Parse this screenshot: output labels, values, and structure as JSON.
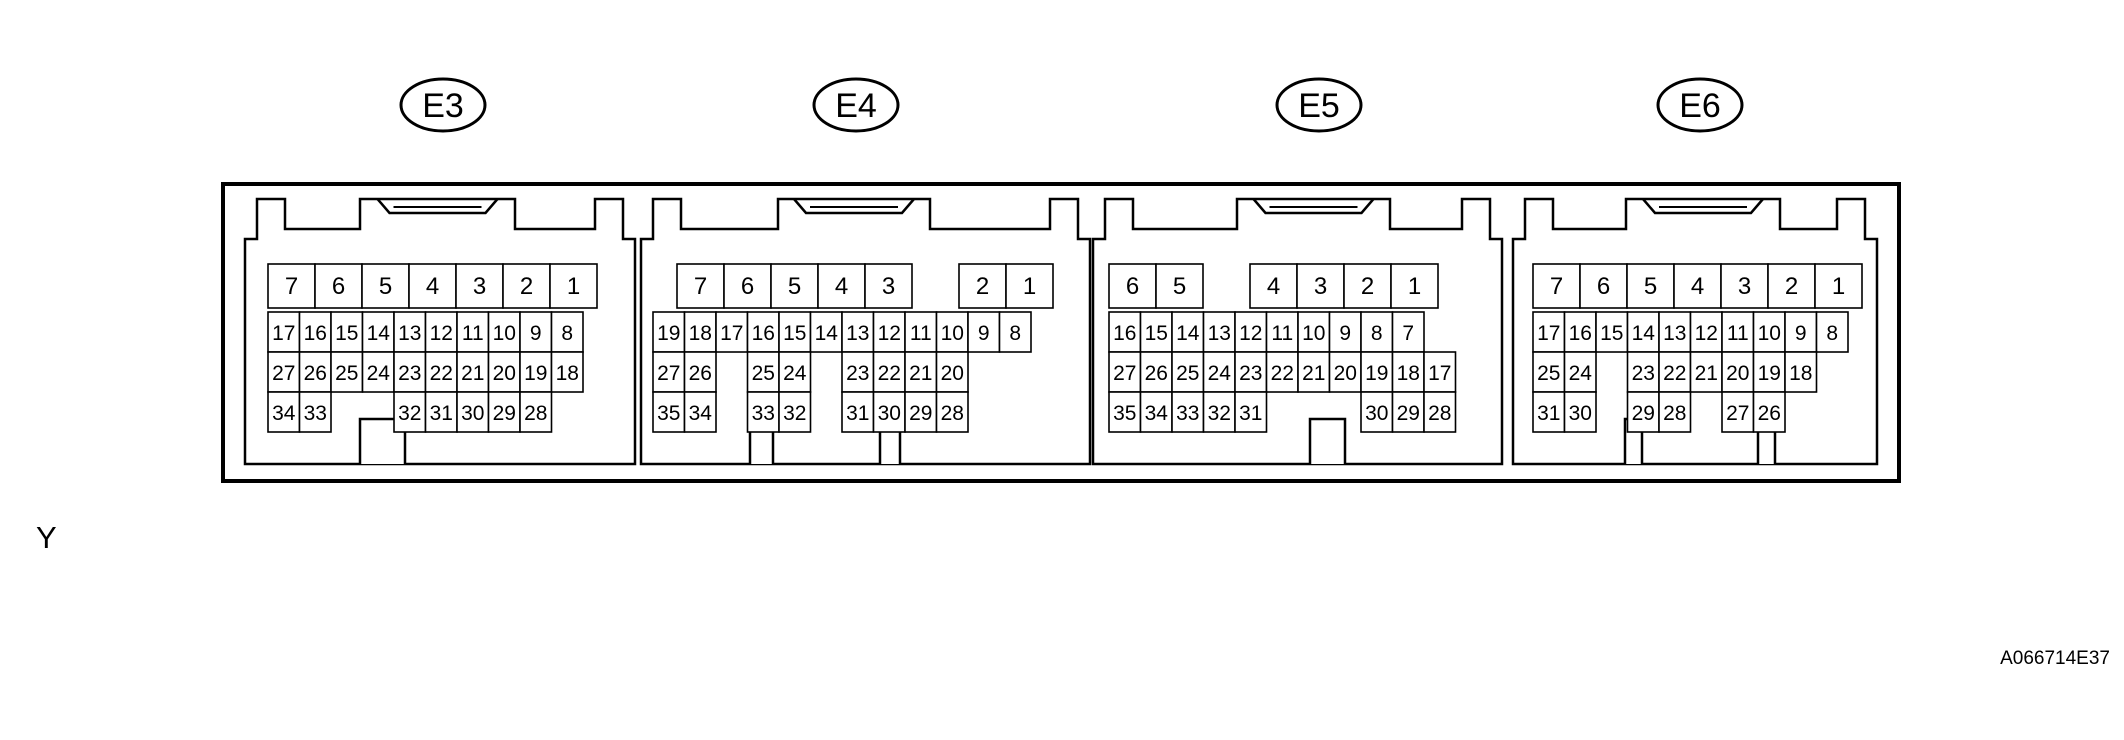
{
  "side_label": "Y",
  "figure_code": "A066714E37",
  "connectors": [
    {
      "label": "E3",
      "rows": [
        [
          "7",
          "6",
          "5",
          "4",
          "3",
          "2",
          "1"
        ],
        [
          "17",
          "16",
          "15",
          "14",
          "13",
          "12",
          "11",
          "10",
          "9",
          "8"
        ],
        [
          "27",
          "26",
          "25",
          "24",
          "23",
          "22",
          "21",
          "20",
          "19",
          "18"
        ],
        [
          "34",
          "33",
          "32",
          "31",
          "30",
          "29",
          "28"
        ]
      ]
    },
    {
      "label": "E4",
      "rows": [
        [
          "7",
          "6",
          "5",
          "4",
          "3",
          "2",
          "1"
        ],
        [
          "19",
          "18",
          "17",
          "16",
          "15",
          "14",
          "13",
          "12",
          "11",
          "10",
          "9",
          "8"
        ],
        [
          "27",
          "26",
          "25",
          "24",
          "23",
          "22",
          "21",
          "20"
        ],
        [
          "35",
          "34",
          "33",
          "32",
          "31",
          "30",
          "29",
          "28"
        ]
      ]
    },
    {
      "label": "E5",
      "rows": [
        [
          "6",
          "5",
          "4",
          "3",
          "2",
          "1"
        ],
        [
          "16",
          "15",
          "14",
          "13",
          "12",
          "11",
          "10",
          "9",
          "8",
          "7"
        ],
        [
          "27",
          "26",
          "25",
          "24",
          "23",
          "22",
          "21",
          "20",
          "19",
          "18",
          "17"
        ],
        [
          "35",
          "34",
          "33",
          "32",
          "31",
          "30",
          "29",
          "28"
        ]
      ]
    },
    {
      "label": "E6",
      "rows": [
        [
          "7",
          "6",
          "5",
          "4",
          "3",
          "2",
          "1"
        ],
        [
          "17",
          "16",
          "15",
          "14",
          "13",
          "12",
          "11",
          "10",
          "9",
          "8"
        ],
        [
          "25",
          "24",
          "23",
          "22",
          "21",
          "20",
          "19",
          "18"
        ],
        [
          "31",
          "30",
          "29",
          "28",
          "27",
          "26"
        ]
      ]
    }
  ]
}
